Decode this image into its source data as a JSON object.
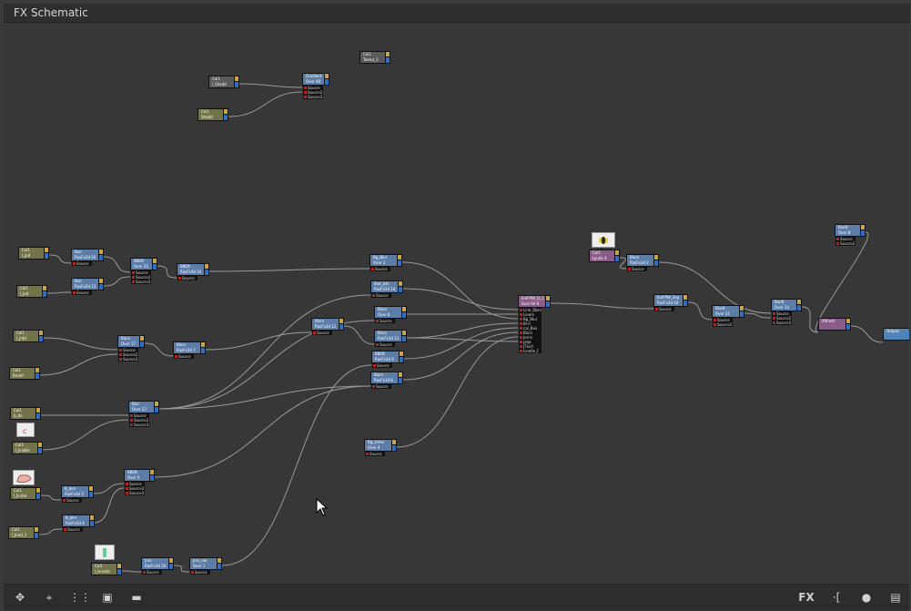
{
  "window": {
    "title": "FX Schematic"
  },
  "toolbar": {
    "left": [
      {
        "name": "fit-to-window-icon",
        "glyph": "✥"
      },
      {
        "name": "focus-on-current-icon",
        "glyph": "⌖"
      },
      {
        "name": "reorder-nodes-icon",
        "glyph": "⋮⋮"
      },
      {
        "name": "preview-icon",
        "glyph": "▣"
      },
      {
        "name": "normal-size-icon",
        "glyph": "▬"
      }
    ],
    "fx_label": "FX",
    "stage_label": "·[",
    "right": [
      {
        "name": "output-icon",
        "glyph": "●"
      },
      {
        "name": "toggle-view-icon",
        "glyph": "▤"
      }
    ]
  },
  "nodes": [
    {
      "id": "n_ls1",
      "kind": "col2",
      "name": "Col1",
      "type": "l_Shadd",
      "ports": []
    },
    {
      "id": "n_sh2",
      "kind": "col",
      "name": "Col1",
      "type": "Shadd",
      "ports": []
    },
    {
      "id": "n_gam",
      "kind": "fx",
      "name": "Gradient",
      "type": "Over 98",
      "ports": [
        "Source",
        "Source2",
        "Source3"
      ]
    },
    {
      "id": "n_tt",
      "kind": "col2",
      "name": "Col1",
      "type": "Textur_1",
      "ports": []
    },
    {
      "id": "n_c1",
      "kind": "col",
      "name": "Col1",
      "type": "l_Jod",
      "ports": []
    },
    {
      "id": "n_c2",
      "kind": "col",
      "name": "Col1",
      "type": "l_Jod",
      "ports": []
    },
    {
      "id": "n_c3",
      "kind": "col",
      "name": "Col1",
      "type": "l_Jrdd",
      "ports": []
    },
    {
      "id": "n_c4",
      "kind": "col",
      "name": "Col1",
      "type": "Brodd",
      "ports": []
    },
    {
      "id": "n_c5",
      "kind": "col",
      "name": "Col1",
      "type": "b_de",
      "ports": []
    },
    {
      "id": "n_c6",
      "kind": "col",
      "name": "Col1",
      "type": "l_b-able",
      "ports": []
    },
    {
      "id": "n_c7",
      "kind": "col",
      "name": "Col1",
      "type": "l_b-ster",
      "ports": []
    },
    {
      "id": "n_c8",
      "kind": "col",
      "name": "Col1",
      "type": "l_Jeod_1",
      "ports": []
    },
    {
      "id": "n_c9",
      "kind": "col",
      "name": "Col1",
      "type": "l_le-esta",
      "ports": []
    },
    {
      "id": "n_f1",
      "kind": "fx",
      "name": "Blur",
      "type": "RasFx3d 16",
      "ports": [
        "Source"
      ]
    },
    {
      "id": "n_f2",
      "kind": "fx",
      "name": "Blur",
      "type": "RasFx3d 13",
      "ports": [
        "Source"
      ]
    },
    {
      "id": "n_f3",
      "kind": "fx",
      "name": "BBOX",
      "type": "Over 35",
      "ports": [
        "Source",
        "Source2",
        "Source3"
      ]
    },
    {
      "id": "n_f4",
      "kind": "fx",
      "name": "BBOX",
      "type": "RasFx3d 10",
      "ports": [
        "Source"
      ]
    },
    {
      "id": "n_f5",
      "kind": "fx",
      "name": "Bg_Blur",
      "type": "Over 3",
      "ports": [
        "Source"
      ]
    },
    {
      "id": "n_f6",
      "kind": "fx",
      "name": "Blur_bel",
      "type": "RasFx3d 14",
      "ports": [
        "Source"
      ]
    },
    {
      "id": "n_f7",
      "kind": "fx",
      "name": "Blurs",
      "type": "Over 8",
      "ports": [
        "Source"
      ]
    },
    {
      "id": "n_f8",
      "kind": "fx",
      "name": "Blurs",
      "type": "RasFx3d 7",
      "ports": [
        "Source"
      ]
    },
    {
      "id": "n_f9",
      "kind": "fx",
      "name": "Blurs",
      "type": "Over 17",
      "ports": [
        "Source",
        "Source2",
        "Source3"
      ]
    },
    {
      "id": "n_f10",
      "kind": "fx",
      "name": "Blurs",
      "type": "RasFx3d 12",
      "ports": [
        "Source"
      ]
    },
    {
      "id": "n_f11",
      "kind": "fx",
      "name": "Blur",
      "type": "Over 27",
      "ports": [
        "Source",
        "Source2",
        "Source3"
      ]
    },
    {
      "id": "n_f12",
      "kind": "fx",
      "name": "Blurs",
      "type": "RasFx3d 11",
      "ports": [
        "Source"
      ]
    },
    {
      "id": "n_f13",
      "kind": "fx",
      "name": "BBOX",
      "type": "RasFx3d 9",
      "ports": [
        "Source"
      ]
    },
    {
      "id": "n_f14",
      "kind": "fx",
      "name": "Blurs",
      "type": "RasFx3d 8",
      "ports": [
        "Source"
      ]
    },
    {
      "id": "n_f15",
      "kind": "fx",
      "name": "Bg_shine",
      "type": "Over 4",
      "ports": [
        "Source"
      ]
    },
    {
      "id": "n_f16",
      "kind": "fx",
      "name": "BBOX",
      "type": "Over 5",
      "ports": [
        "Source",
        "Source2",
        "Source3"
      ]
    },
    {
      "id": "n_f17",
      "kind": "fx",
      "name": "B_Jem",
      "type": "RasFx3d 3",
      "ports": [
        "Source"
      ]
    },
    {
      "id": "n_f18",
      "kind": "fx",
      "name": "B_Jem",
      "type": "RasFx3d 4",
      "ports": [
        "Source"
      ]
    },
    {
      "id": "n_f19",
      "kind": "fx",
      "name": "Jrno",
      "type": "RasFx3d 20",
      "ports": [
        "Source"
      ]
    },
    {
      "id": "n_f20",
      "kind": "fx",
      "name": "Jrno_ser",
      "type": "Over 1",
      "ports": [
        "Source"
      ]
    },
    {
      "id": "n_main",
      "kind": "pur",
      "name": "EnlFPW_D_1",
      "type": "Sum 9d 8",
      "ports": [
        "Line_Dbrs",
        "Liners",
        "Bg_Blur",
        "Bl-d",
        "cal_Bxo",
        "Blurs",
        "Jorns",
        "prgs",
        "JTxcd",
        "Linelle_F"
      ]
    },
    {
      "id": "n_ly",
      "kind": "pur",
      "name": "Col1",
      "type": "Lyuda 4",
      "ports": []
    },
    {
      "id": "n_r1",
      "kind": "fx",
      "name": "Blum",
      "type": "RasFx3d 2",
      "ports": [
        "Source"
      ]
    },
    {
      "id": "n_r2",
      "kind": "fx",
      "name": "EnlFPW_2ep",
      "type": "RasFx3d 10",
      "ports": [
        "Source"
      ]
    },
    {
      "id": "n_r3",
      "kind": "fx",
      "name": "Blur8",
      "type": "Over 31",
      "ports": [
        "Source",
        "Source2"
      ]
    },
    {
      "id": "n_r4",
      "kind": "fx",
      "name": "Blur8",
      "type": "Over 34",
      "ports": [
        "Source",
        "Source2",
        "Source3"
      ]
    },
    {
      "id": "n_r5",
      "kind": "fx",
      "name": "Blur8",
      "type": "Over 8",
      "ports": [
        "Source",
        "Source2"
      ]
    },
    {
      "id": "n_xs",
      "kind": "pur",
      "name": "XSheet",
      "type": "",
      "ports": []
    },
    {
      "id": "n_out",
      "kind": "out",
      "name": "Output",
      "type": "",
      "ports": []
    }
  ]
}
